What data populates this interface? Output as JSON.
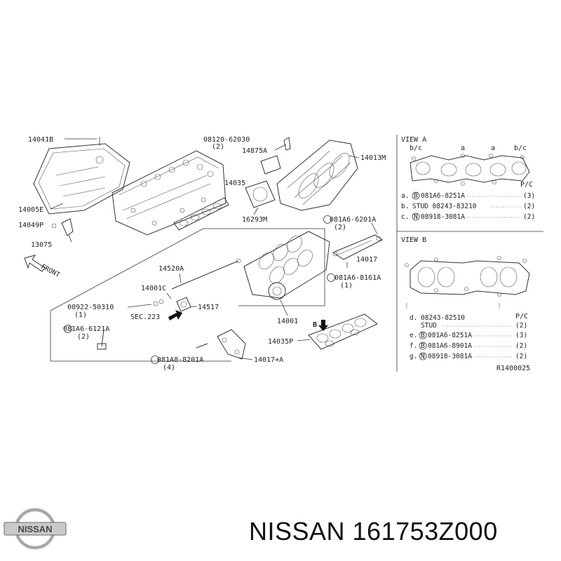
{
  "labels": {
    "p14041b": "14041B",
    "p08120": "08120-62030",
    "p08120_qty": "(2)",
    "p14875a": "14875A",
    "p14013m": "14013M",
    "p14035": "14035",
    "p16293m": "16293M",
    "p14005e": "14005E",
    "p14049p": "14049P",
    "p13075": "13075",
    "front": "FRONT",
    "p081a6_6201a": "081A6-6201A",
    "p081a6_6201a_qty": "(2)",
    "p14017": "14017",
    "p081a6_8161a": "081A6-8161A",
    "p081a6_8161a_qty": "(1)",
    "p14520a": "14520A",
    "p14001c": "14001C",
    "p00922": "00922-50310",
    "p00922_qty": "(1)",
    "sec223": "SEC.223",
    "p14517": "14517",
    "p081a6_6121a": "081A6-6121A",
    "p081a6_6121a_qty": "(2)",
    "p14001": "14001",
    "p14035p": "14035P",
    "p081a8_8201a": "081A8-8201A",
    "p081a8_8201a_qty": "(4)",
    "p14017a": "14017+A",
    "marker_b": "B"
  },
  "view_a": {
    "title": "VIEW A",
    "marks": [
      "b/c",
      "a",
      "a",
      "b/c"
    ],
    "pc_header": "P/C",
    "rows": [
      {
        "key": "a.",
        "circle": "B",
        "part": "081A6-8251A",
        "qty": "(3)"
      },
      {
        "key": "b.",
        "circle": "",
        "part": "STUD 08243-83210",
        "qty": "(2)"
      },
      {
        "key": "c.",
        "circle": "N",
        "part": "08918-3081A",
        "qty": "(2)"
      }
    ]
  },
  "view_b": {
    "title": "VIEW B",
    "pc_header": "P/C",
    "rows": [
      {
        "key": "d.",
        "circle": "",
        "part": "08243-82510",
        "qty": ""
      },
      {
        "key": "",
        "circle": "",
        "part": "STUD",
        "qty": "(2)"
      },
      {
        "key": "e.",
        "circle": "B",
        "part": "081A6-8251A",
        "qty": "(3)"
      },
      {
        "key": "f.",
        "circle": "B",
        "part": "081A6-8901A",
        "qty": "(2)"
      },
      {
        "key": "g.",
        "circle": "N",
        "part": "08918-3081A",
        "qty": "(2)"
      }
    ],
    "ref": "R1400025"
  },
  "brand": {
    "logo_text": "NISSAN",
    "caption": "NISSAN 161753Z000",
    "colors": {
      "logo_silver": "#b9b9b9",
      "logo_dark": "#4a4a4a",
      "text": "#111111"
    }
  }
}
